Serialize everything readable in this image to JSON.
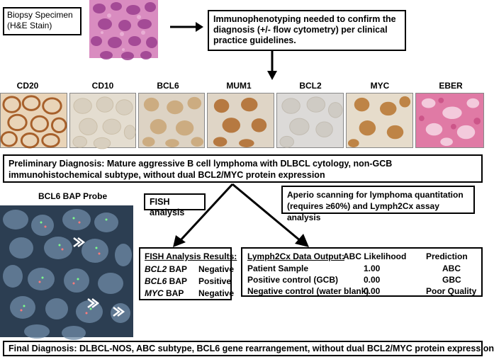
{
  "biopsy": {
    "label": "Biopsy Specimen\n(H&E Stain)"
  },
  "immuno_note": "Immunophenotyping needed to confirm the diagnosis (+/- flow cytometry) per clinical practice guidelines.",
  "stains": [
    {
      "label": "CD20"
    },
    {
      "label": "CD10"
    },
    {
      "label": "BCL6"
    },
    {
      "label": "MUM1"
    },
    {
      "label": "BCL2"
    },
    {
      "label": "MYC"
    },
    {
      "label": "EBER"
    }
  ],
  "preliminary": "Preliminary Diagnosis: Mature aggressive B cell lymphoma with DLBCL cytology, non-GCB immunohistochemical subtype, without dual BCL2/MYC protein expression",
  "bcl6_probe_title": "BCL6 BAP Probe",
  "fish_analysis": "FISH analysis",
  "aperio": "Aperio scanning for lymphoma quantitation (requires ≥60%) and Lymph2Cx assay analysis",
  "fish_results": {
    "title": "FISH Analysis Results:",
    "rows": [
      {
        "gene": "BCL2",
        "suffix": " BAP",
        "result": "Negative"
      },
      {
        "gene": "BCL6",
        "suffix": " BAP",
        "result": "Positive"
      },
      {
        "gene": "MYC",
        "suffix": " BAP",
        "result": "Negative"
      }
    ]
  },
  "lymph2cx": {
    "headers": [
      "Lymph2Cx Data Output:",
      "ABC Likelihood",
      "Prediction"
    ],
    "rows": [
      {
        "sample": "Patient Sample",
        "likelihood": "1.00",
        "prediction": "ABC"
      },
      {
        "sample": "Positive control (GCB)",
        "likelihood": "0.00",
        "prediction": "GBC"
      },
      {
        "sample": "Negative control (water blank)",
        "likelihood": "0.00",
        "prediction": "Poor Quality"
      }
    ]
  },
  "final": "Final Diagnosis: DLBCL-NOS, ABC subtype, BCL6 gene rearrangement, without dual BCL2/MYC protein expression",
  "colors": {
    "he_pink": "#d67fb3",
    "brown": "#b06a2a",
    "tan_bg": "#ddd3c4",
    "fish_bg": "#304357"
  }
}
